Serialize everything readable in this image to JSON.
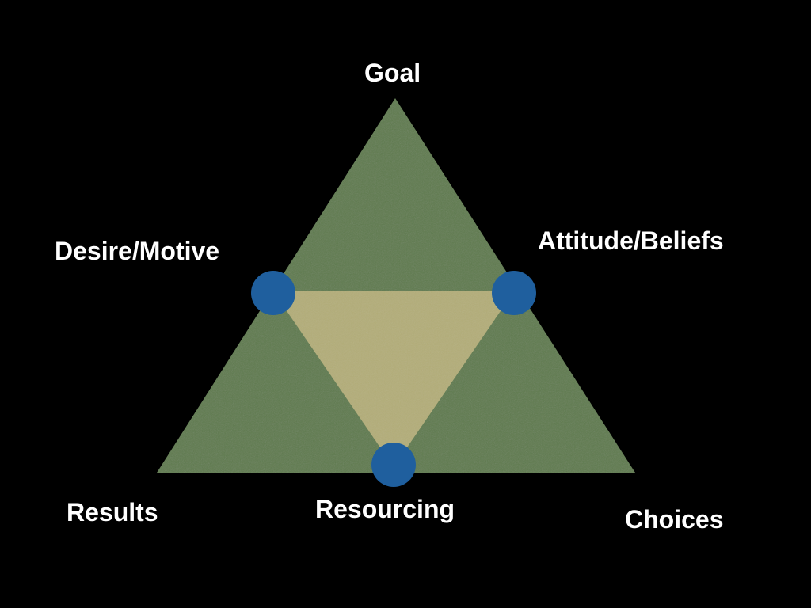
{
  "diagram": {
    "labels": {
      "goal": "Goal",
      "desire_motive": "Desire/Motive",
      "attitude_beliefs": "Attitude/Beliefs",
      "results": "Results",
      "resourcing": "Resourcing",
      "choices": "Choices"
    },
    "colors": {
      "background": "#000000",
      "outer_triangle": "#5f7a4d",
      "inner_triangle": "#b3ad78",
      "nodes": "#1f5f9e",
      "text": "#ffffff"
    }
  }
}
